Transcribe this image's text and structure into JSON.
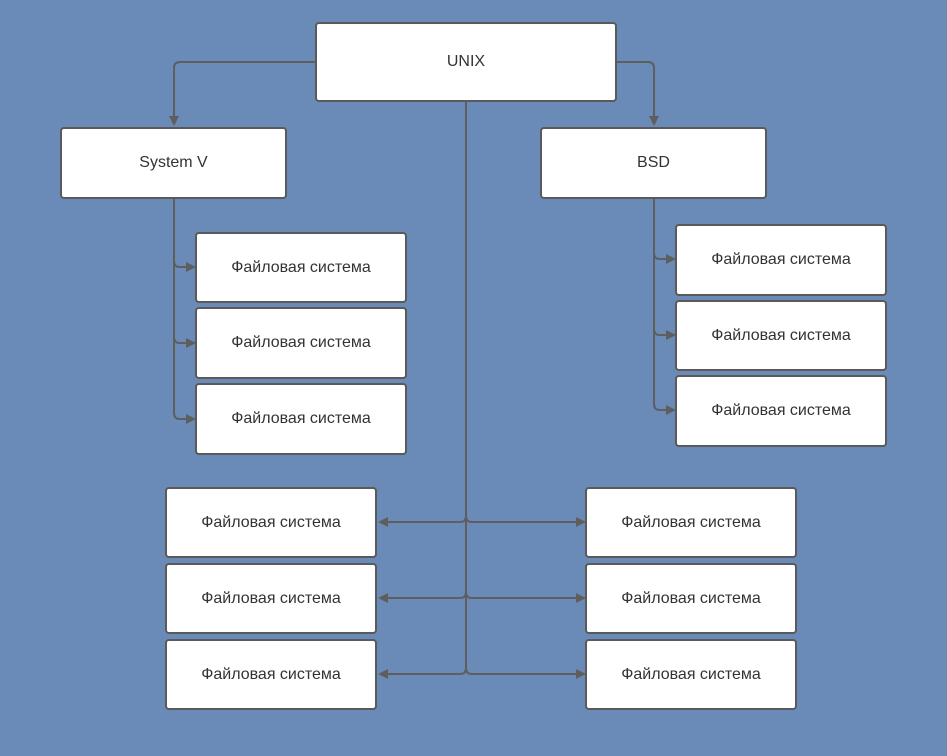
{
  "root": {
    "label": "UNIX"
  },
  "branches": {
    "system_v": {
      "label": "System V"
    },
    "bsd": {
      "label": "BSD"
    }
  },
  "system_v_children": [
    {
      "label": "Файловая система"
    },
    {
      "label": "Файловая система"
    },
    {
      "label": "Файловая система"
    }
  ],
  "bsd_children": [
    {
      "label": "Файловая система"
    },
    {
      "label": "Файловая система"
    },
    {
      "label": "Файловая система"
    }
  ],
  "unix_left_children": [
    {
      "label": "Файловая система"
    },
    {
      "label": "Файловая система"
    },
    {
      "label": "Файловая система"
    }
  ],
  "unix_right_children": [
    {
      "label": "Файловая система"
    },
    {
      "label": "Файловая система"
    },
    {
      "label": "Файловая система"
    }
  ],
  "colors": {
    "background": "#6a8bb7",
    "node_fill": "#ffffff",
    "node_border": "#5a5a5a",
    "connector": "#5e5e5e",
    "text": "#333333"
  }
}
